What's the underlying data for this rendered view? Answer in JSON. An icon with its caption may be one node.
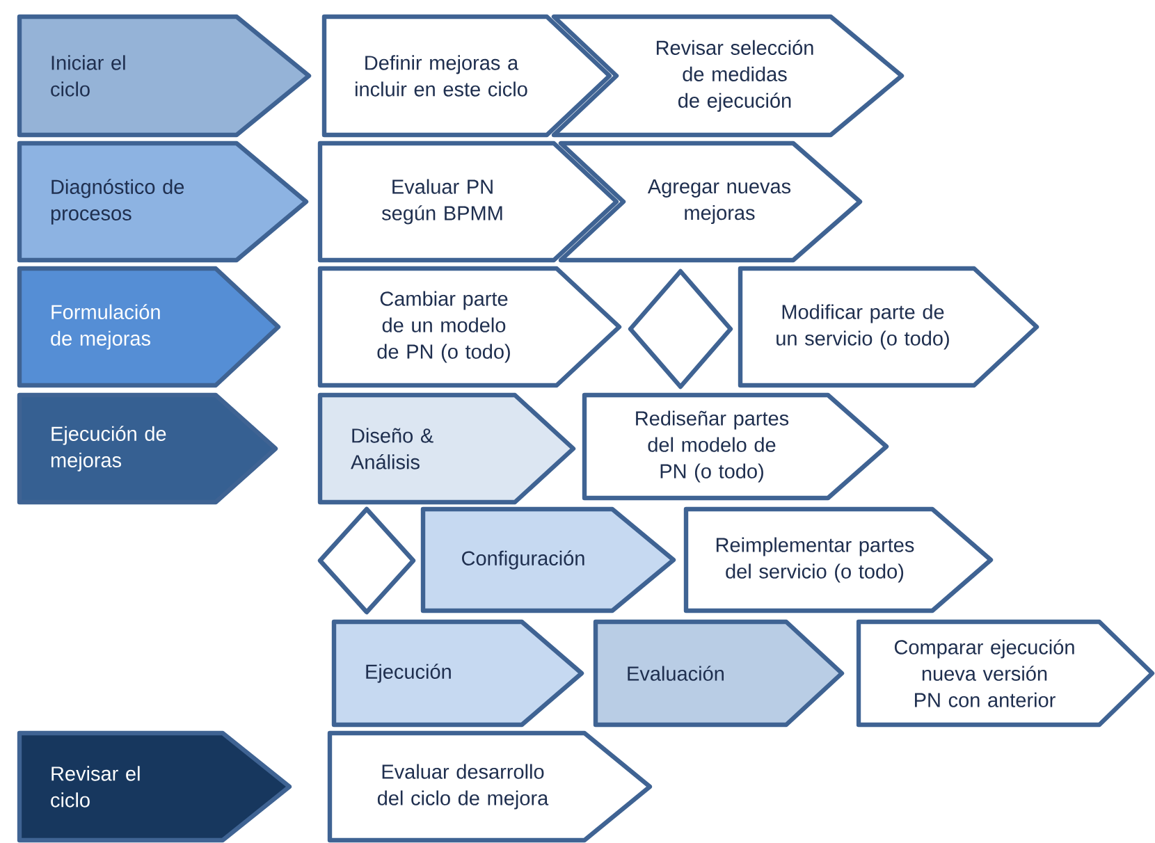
{
  "diagram": {
    "nodes": [
      {
        "text": [
          "Iniciar el ciclo"
        ]
      },
      {
        "text": [
          "Definir mejoras a incluir en este ciclo"
        ]
      },
      {
        "text": [
          "Revisar selección de medidas de ejecución"
        ]
      },
      {
        "text": [
          "Diagnóstico de procesos"
        ]
      },
      {
        "text": [
          "Evaluar PN según BPMM"
        ]
      },
      {
        "text": [
          "Agregar nuevas mejoras"
        ]
      },
      {
        "text": [
          "Formulación de mejoras"
        ]
      },
      {
        "text": [
          "Cambiar parte de un modelo de PN (o todo)"
        ]
      },
      {
        "text": [],
        "shape": "diamond"
      },
      {
        "text": [
          "Modificar parte de un servicio (o todo)"
        ]
      },
      {
        "text": [
          "Ejecución de mejoras"
        ]
      },
      {
        "text": [
          "Diseño & Análisis"
        ]
      },
      {
        "text": [
          "Rediseñar partes del modelo de PN (o todo)"
        ]
      },
      {
        "text": [],
        "shape": "diamond"
      },
      {
        "text": [
          "Configuración"
        ]
      },
      {
        "text": [
          "Reimplementar partes del servicio (o todo)"
        ]
      },
      {
        "text": [
          "Ejecución"
        ]
      },
      {
        "text": [
          "Evaluación"
        ]
      },
      {
        "text": [
          "Comparar ejecución nueva versión PN con anterior"
        ]
      },
      {
        "text": [
          "Revisar el ciclo"
        ]
      },
      {
        "text": [
          "Evaluar desarrollo del ciclo de mejora"
        ]
      }
    ]
  }
}
